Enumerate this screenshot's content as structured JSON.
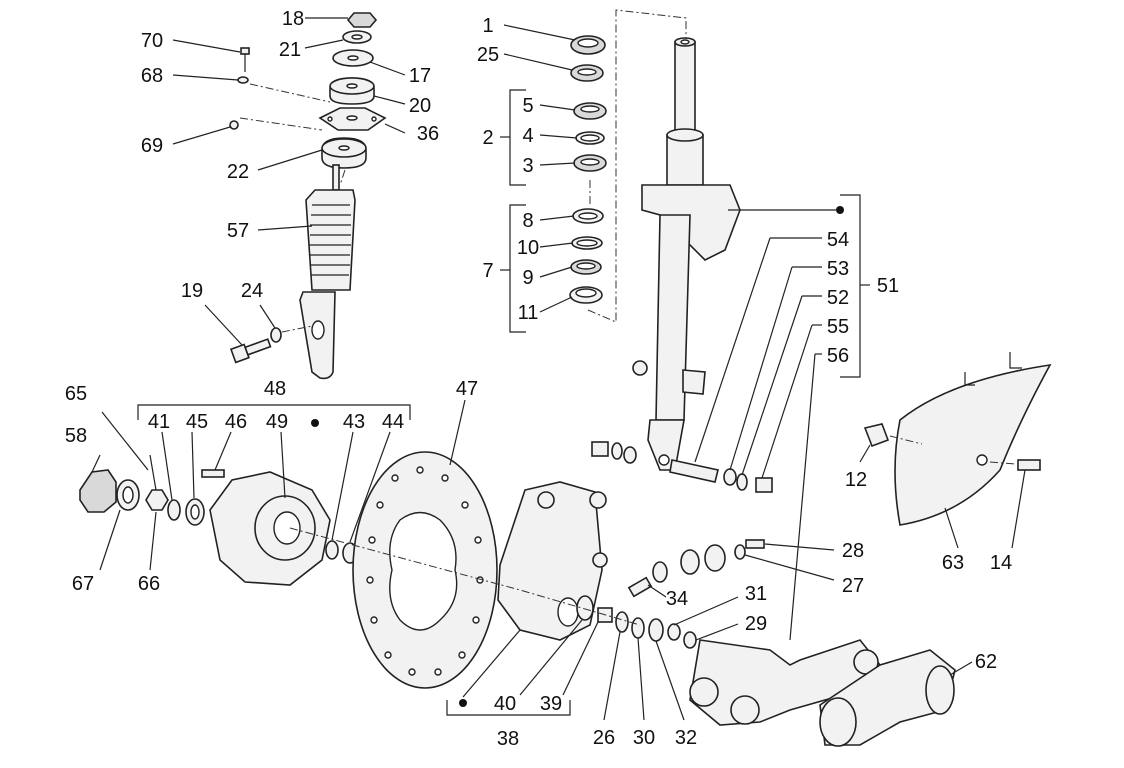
{
  "callouts": [
    {
      "key": "p18",
      "text": "18"
    },
    {
      "key": "p21",
      "text": "21"
    },
    {
      "key": "p17",
      "text": "17"
    },
    {
      "key": "p20",
      "text": "20"
    },
    {
      "key": "p36",
      "text": "36"
    },
    {
      "key": "p22",
      "text": "22"
    },
    {
      "key": "p70",
      "text": "70"
    },
    {
      "key": "p68",
      "text": "68"
    },
    {
      "key": "p69",
      "text": "69"
    },
    {
      "key": "p57",
      "text": "57"
    },
    {
      "key": "p19",
      "text": "19"
    },
    {
      "key": "p24",
      "text": "24"
    },
    {
      "key": "p1",
      "text": "1"
    },
    {
      "key": "p25",
      "text": "25"
    },
    {
      "key": "p5",
      "text": "5"
    },
    {
      "key": "p2",
      "text": "2"
    },
    {
      "key": "p4",
      "text": "4"
    },
    {
      "key": "p3",
      "text": "3"
    },
    {
      "key": "p8",
      "text": "8"
    },
    {
      "key": "p10",
      "text": "10"
    },
    {
      "key": "p7",
      "text": "7"
    },
    {
      "key": "p9",
      "text": "9"
    },
    {
      "key": "p11",
      "text": "11"
    },
    {
      "key": "p54",
      "text": "54"
    },
    {
      "key": "p53",
      "text": "53"
    },
    {
      "key": "p52",
      "text": "52"
    },
    {
      "key": "p51",
      "text": "51"
    },
    {
      "key": "p55",
      "text": "55"
    },
    {
      "key": "p56",
      "text": "56"
    },
    {
      "key": "p12",
      "text": "12"
    },
    {
      "key": "p63",
      "text": "63"
    },
    {
      "key": "p14",
      "text": "14"
    },
    {
      "key": "p65",
      "text": "65"
    },
    {
      "key": "p48",
      "text": "48"
    },
    {
      "key": "p58",
      "text": "58"
    },
    {
      "key": "p41",
      "text": "41"
    },
    {
      "key": "p45",
      "text": "45"
    },
    {
      "key": "p46",
      "text": "46"
    },
    {
      "key": "p49",
      "text": "49"
    },
    {
      "key": "p43",
      "text": "43"
    },
    {
      "key": "p44",
      "text": "44"
    },
    {
      "key": "p67",
      "text": "67"
    },
    {
      "key": "p66",
      "text": "66"
    },
    {
      "key": "p47",
      "text": "47"
    },
    {
      "key": "p28",
      "text": "28"
    },
    {
      "key": "p27",
      "text": "27"
    },
    {
      "key": "p34",
      "text": "34"
    },
    {
      "key": "p31",
      "text": "31"
    },
    {
      "key": "p29",
      "text": "29"
    },
    {
      "key": "p62",
      "text": "62"
    },
    {
      "key": "p40",
      "text": "40"
    },
    {
      "key": "p39",
      "text": "39"
    },
    {
      "key": "p38",
      "text": "38"
    },
    {
      "key": "p26",
      "text": "26"
    },
    {
      "key": "p30",
      "text": "30"
    },
    {
      "key": "p32",
      "text": "32"
    }
  ]
}
